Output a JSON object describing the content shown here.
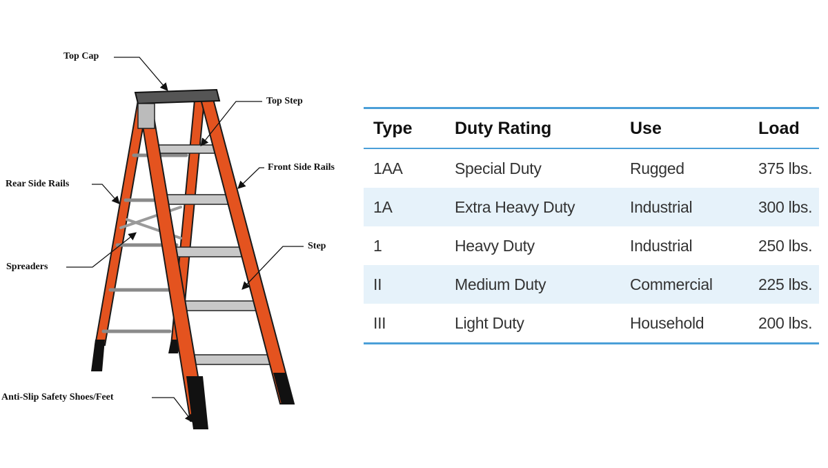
{
  "diagram": {
    "labels": {
      "top_cap": "Top Cap",
      "top_step": "Top Step",
      "front_side_rails": "Front Side Rails",
      "rear_side_rails": "Rear Side Rails",
      "step": "Step",
      "spreaders": "Spreaders",
      "feet": "Anti-Slip Safety Shoes/Feet"
    },
    "colors": {
      "rail": "#e4531f",
      "rail_outline": "#1a1a1a",
      "step": "#c8c8c8",
      "foot": "#111111"
    }
  },
  "table": {
    "accent": "#4a9fd8",
    "shade": "#e6f2fa",
    "headers": [
      "Type",
      "Duty Rating",
      "Use",
      "Load"
    ],
    "rows": [
      [
        "1AA",
        "Special Duty",
        "Rugged",
        "375 lbs."
      ],
      [
        "1A",
        "Extra Heavy Duty",
        "Industrial",
        "300 lbs."
      ],
      [
        "1",
        "Heavy Duty",
        "Industrial",
        "250 lbs."
      ],
      [
        "II",
        "Medium Duty",
        "Commercial",
        "225 lbs."
      ],
      [
        "III",
        "Light Duty",
        "Household",
        "200 lbs."
      ]
    ]
  }
}
